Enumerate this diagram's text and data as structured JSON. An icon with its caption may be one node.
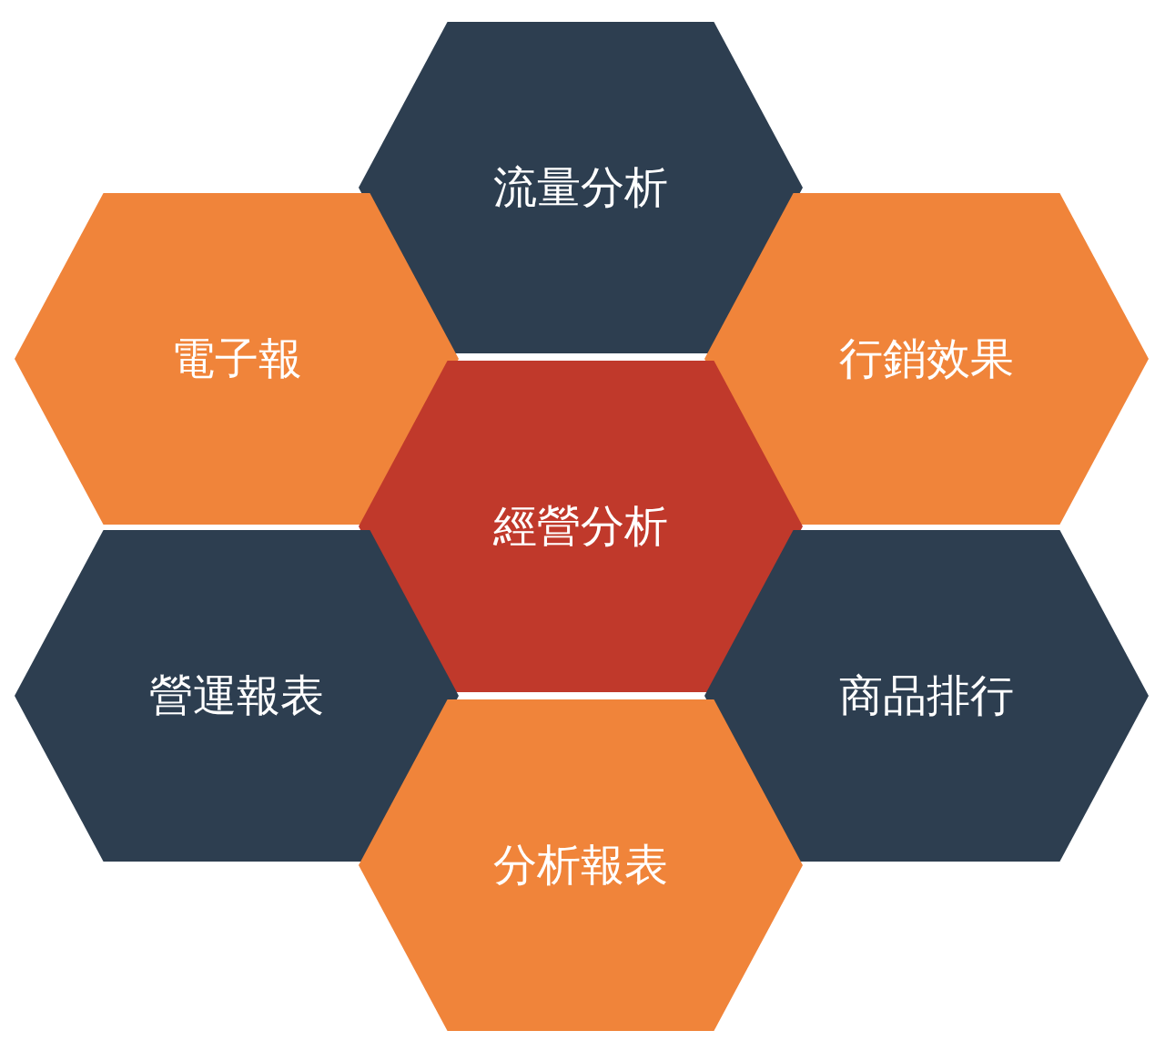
{
  "diagram": {
    "nodes": [
      {
        "text": [
          "流量分析"
        ]
      },
      {
        "text": [
          "電子報"
        ]
      },
      {
        "text": [
          "行銷效果"
        ]
      },
      {
        "text": [
          "經營分析"
        ]
      },
      {
        "text": [
          "營運報表"
        ]
      },
      {
        "text": [
          "商品排行"
        ]
      },
      {
        "text": [
          "分析報表"
        ]
      }
    ]
  }
}
